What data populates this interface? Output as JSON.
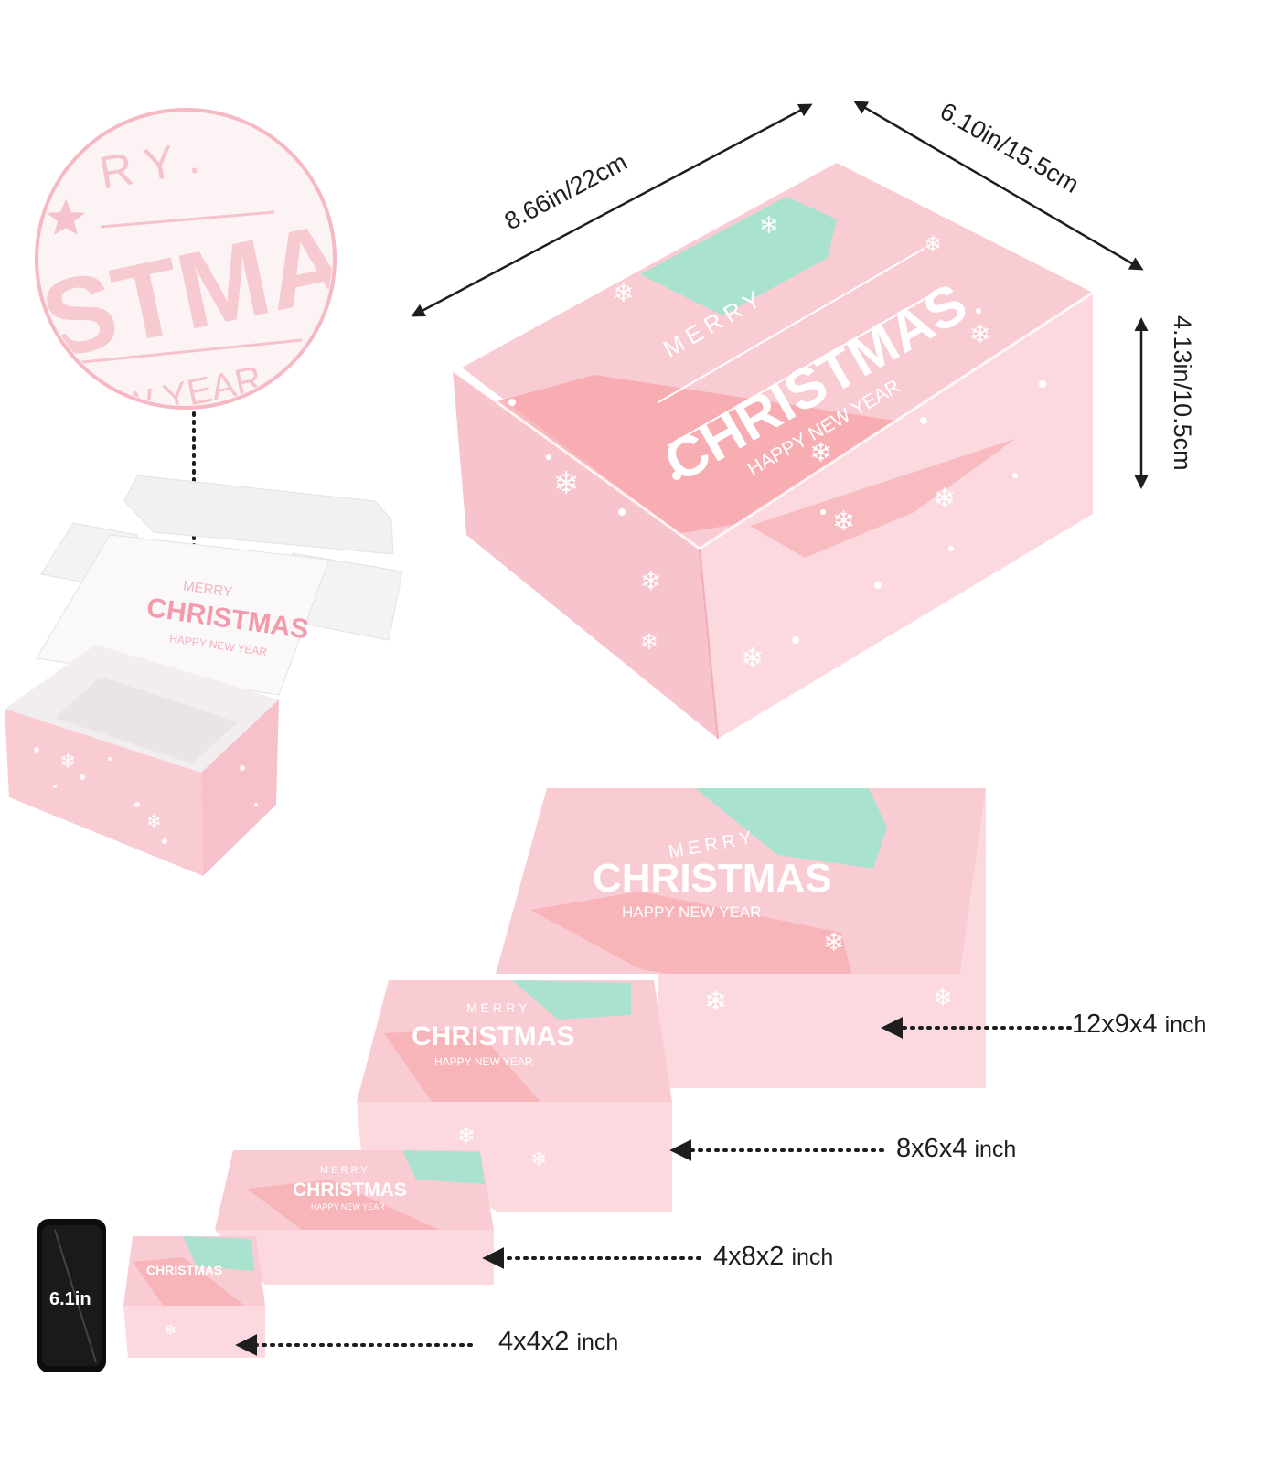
{
  "dimensions": {
    "length": "8.66in/22cm",
    "width": "6.10in/15.5cm",
    "height": "4.13in/10.5cm"
  },
  "box_print": {
    "merry": "MERRY",
    "christmas": "CHRISTMAS",
    "new_year": "HAPPY NEW YEAR"
  },
  "zoom_print": {
    "fragment_top": "R Y .",
    "fragment_main": "STMAS",
    "fragment_bottom": "W YEAR"
  },
  "sizes": [
    {
      "value": "12x9x4",
      "unit": "inch"
    },
    {
      "value": "8x6x4",
      "unit": "inch"
    },
    {
      "value": "4x8x2",
      "unit": "inch"
    },
    {
      "value": "4x4x2",
      "unit": "inch"
    }
  ],
  "phone_label": "6.1in",
  "colors": {
    "box_pink": "#f9ccd4",
    "box_side": "#fbd9df",
    "mint": "#a9e3cf",
    "salmon": "#f5a3a6",
    "arrow": "#1e1e1e"
  }
}
